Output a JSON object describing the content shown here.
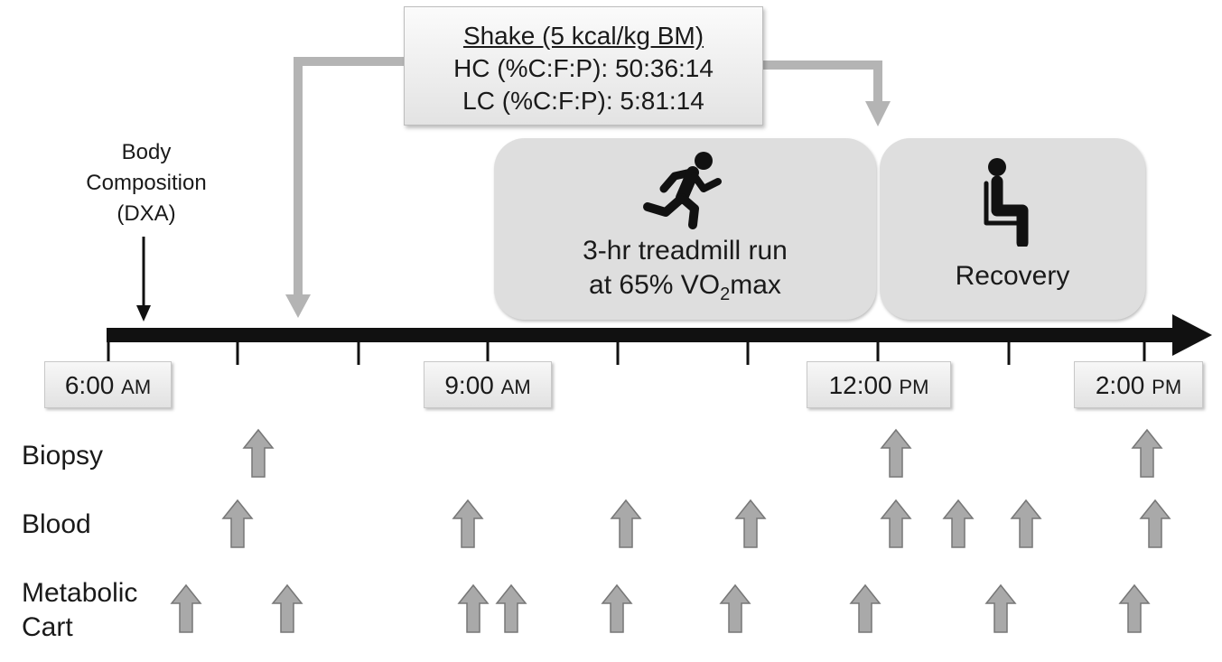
{
  "shake": {
    "title": "Shake (5 kcal/kg BM)",
    "line1": "HC (%C:F:P): 50:36:14",
    "line2": "LC (%C:F:P): 5:81:14"
  },
  "body_composition": [
    "Body",
    "Composition",
    "(DXA)"
  ],
  "run_panel": {
    "line1": "3-hr treadmill run",
    "line2_prefix": "at 65% VO",
    "line2_sub": "2",
    "line2_suffix": "max"
  },
  "recovery_panel": {
    "label": "Recovery"
  },
  "times": [
    {
      "time": "6:00",
      "ampm": "AM"
    },
    {
      "time": "9:00",
      "ampm": "AM"
    },
    {
      "time": "12:00",
      "ampm": "PM"
    },
    {
      "time": "2:00",
      "ampm": "PM"
    }
  ],
  "rows": {
    "biopsy": "Biopsy",
    "blood": "Blood",
    "metabolic": [
      "Metabolic",
      "Cart"
    ]
  },
  "colors": {
    "timeline": "#111111",
    "connector": "#b4b4b4",
    "sample_arrow_fill": "#a9a9a9",
    "sample_arrow_stroke": "#777777"
  },
  "icons": {
    "runner": "running-person-icon",
    "seated": "seated-person-icon"
  }
}
